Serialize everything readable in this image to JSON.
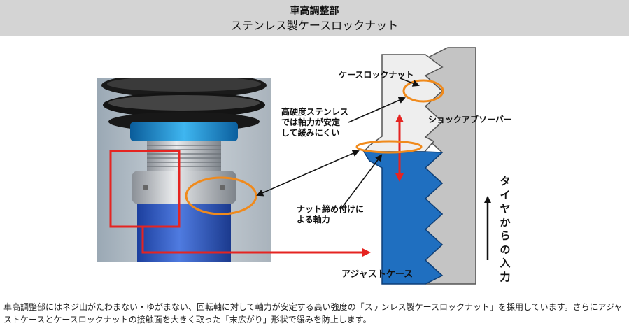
{
  "header": {
    "title": "車高調整部",
    "subtitle": "ステンレス製ケースロックナット"
  },
  "labels": {
    "case_lock_nut": "ケースロックナット",
    "stainless_note": "高硬度ステンレス\nでは軸力が安定\nして緩みにくい",
    "shock_absorber": "ショックアブソーバー",
    "nut_axial_force": "ナット締め付けに\nよる軸力",
    "adjust_case": "アジャストケース",
    "tire_input": "タイヤからの入力"
  },
  "caption": "車高調整部にはネジ山がたわまない・ゆがまない、回転軸に対して軸力が安定する高い強度の「ステンレス製ケースロックナット」を採用しています。さらにアジャストケースとケースロックナットの接触面を大きく取った「末広がり」形状で緩みを防止します。",
  "colors": {
    "header_bg": "#d4d4d4",
    "adjust_case_blue": "#1f6fc0",
    "lock_nut_gray": "#eeeeee",
    "shock_gray": "#c4c4c4",
    "callout_red": "#e52421",
    "highlight_orange": "#f08a1c"
  }
}
